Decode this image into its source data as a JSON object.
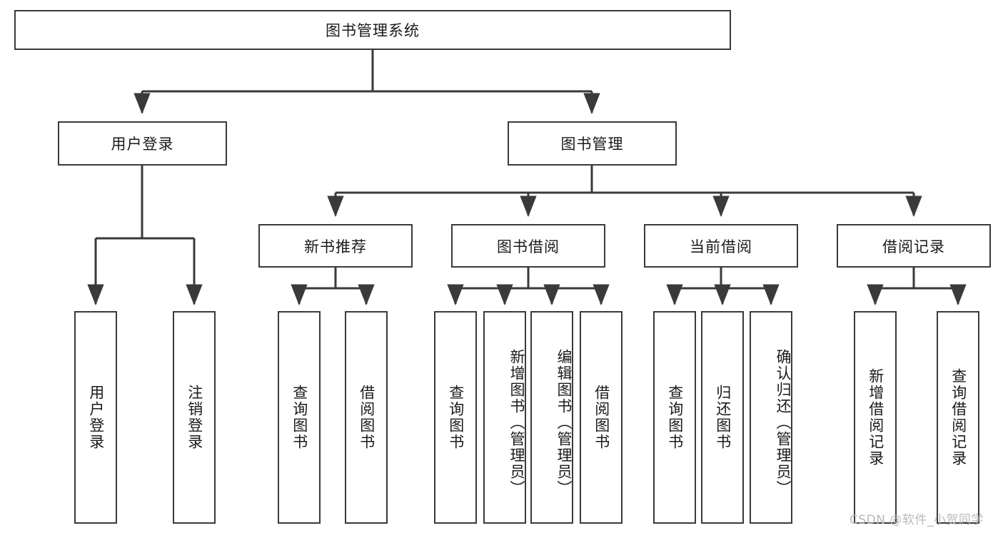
{
  "diagram": {
    "title": "图书管理系统",
    "type": "hierarchy-tree",
    "levels": 4,
    "root": {
      "id": "root",
      "label": "图书管理系统"
    },
    "level2": [
      {
        "id": "user-login",
        "label": "用户登录"
      },
      {
        "id": "book-management",
        "label": "图书管理"
      }
    ],
    "level3": [
      {
        "id": "new-book-recommend",
        "label": "新书推荐",
        "parent": "book-management"
      },
      {
        "id": "book-borrow",
        "label": "图书借阅",
        "parent": "book-management"
      },
      {
        "id": "current-borrow",
        "label": "当前借阅",
        "parent": "book-management"
      },
      {
        "id": "borrow-records",
        "label": "借阅记录",
        "parent": "book-management"
      }
    ],
    "leaves": [
      {
        "id": "leaf-user-login",
        "label": "用户登录",
        "parent": "user-login"
      },
      {
        "id": "leaf-logout-login",
        "label": "注销登录",
        "parent": "user-login"
      },
      {
        "id": "leaf-query-books-1",
        "label": "查询图书",
        "parent": "new-book-recommend"
      },
      {
        "id": "leaf-borrow-books-1",
        "label": "借阅图书",
        "parent": "new-book-recommend"
      },
      {
        "id": "leaf-query-books-2",
        "label": "查询图书",
        "parent": "book-borrow"
      },
      {
        "id": "leaf-add-book-admin",
        "label": "新增图书（管理员）",
        "parent": "book-borrow"
      },
      {
        "id": "leaf-edit-book-admin",
        "label": "编辑图书（管理员）",
        "parent": "book-borrow"
      },
      {
        "id": "leaf-borrow-books-2",
        "label": "借阅图书",
        "parent": "book-borrow"
      },
      {
        "id": "leaf-query-books-3",
        "label": "查询图书",
        "parent": "current-borrow"
      },
      {
        "id": "leaf-return-books",
        "label": "归还图书",
        "parent": "current-borrow"
      },
      {
        "id": "leaf-confirm-return-admin",
        "label": "确认归还（管理员）",
        "parent": "current-borrow"
      },
      {
        "id": "leaf-add-borrow-record",
        "label": "新增借阅记录",
        "parent": "borrow-records"
      },
      {
        "id": "leaf-query-borrow-record",
        "label": "查询借阅记录",
        "parent": "borrow-records"
      }
    ]
  },
  "watermark": {
    "text": "CSDN @软件_小贺同学"
  },
  "colors": {
    "stroke": "#3a3a3a",
    "background": "#ffffff",
    "text": "#1a1a1a",
    "watermark": "#b9b9b9"
  }
}
